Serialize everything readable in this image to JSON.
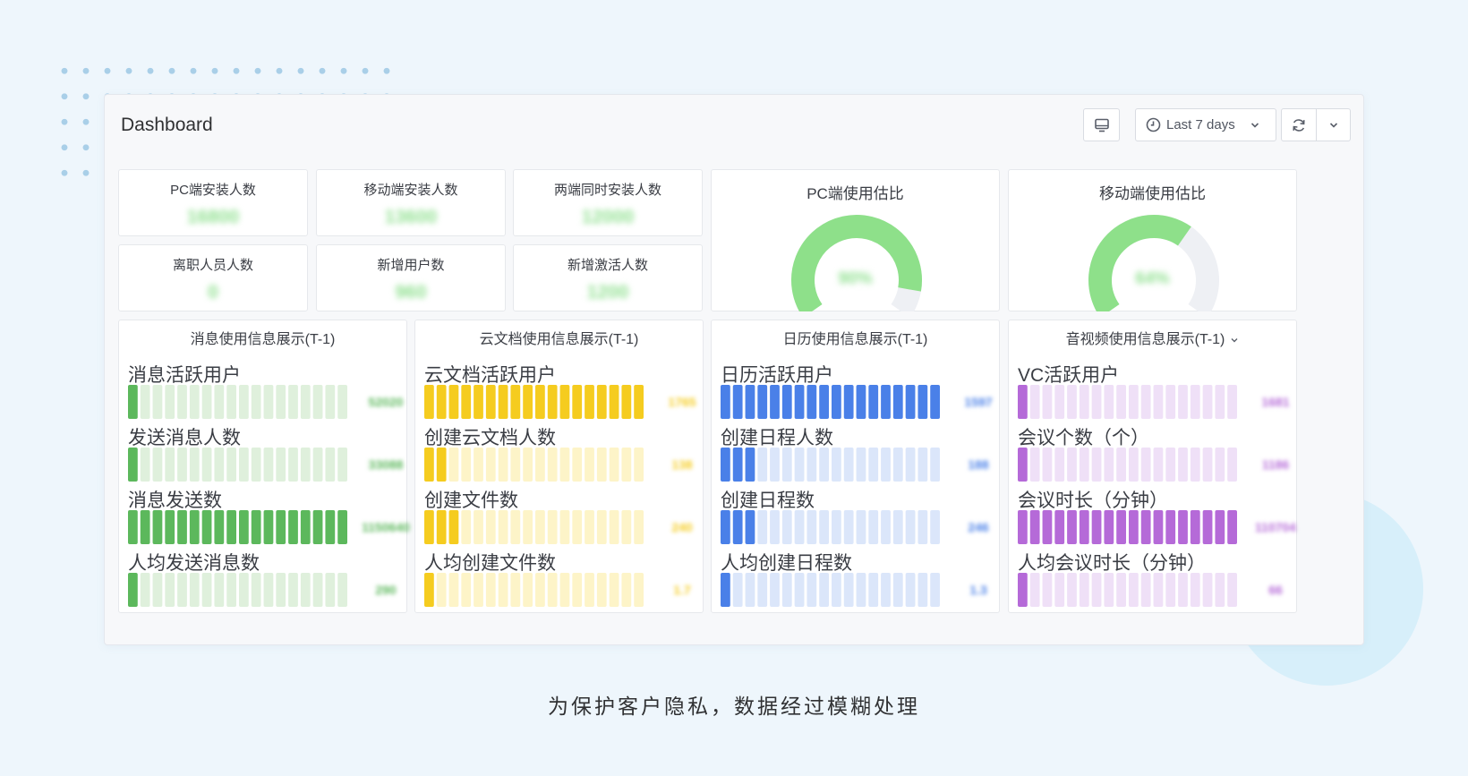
{
  "dashboard": {
    "title": "Dashboard",
    "time_range": "Last 7 days"
  },
  "stats": [
    {
      "title": "PC端安装人数",
      "value": "16800"
    },
    {
      "title": "移动端安装人数",
      "value": "13600"
    },
    {
      "title": "两端同时安装人数",
      "value": "12000"
    },
    {
      "title": "离职人员人数",
      "value": "0"
    },
    {
      "title": "新增用户数",
      "value": "960"
    },
    {
      "title": "新增激活人数",
      "value": "1200"
    }
  ],
  "gauges": [
    {
      "title": "PC端使用估比",
      "value": "90%",
      "fraction": 0.9
    },
    {
      "title": "移动端使用估比",
      "value": "64%",
      "fraction": 0.64
    }
  ],
  "colors": {
    "gauge_fill": "#8ee08a",
    "gauge_track": "#eef0f4",
    "green": "#5cb85c",
    "yellow": "#f5cc1f",
    "blue": "#4a80e8",
    "purple": "#b56ad8"
  },
  "panels": [
    {
      "title": "消息使用信息展示(T-1)",
      "color": "#5cb85c",
      "light": "#dff0dc",
      "metrics": [
        {
          "label": "消息活跃用户",
          "value": "52020",
          "level": 0.05
        },
        {
          "label": "发送消息人数",
          "value": "33088",
          "level": 0.05
        },
        {
          "label": "消息发送数",
          "value": "1150640",
          "level": 1.0
        },
        {
          "label": "人均发送消息数",
          "value": "290",
          "level": 0.05
        }
      ]
    },
    {
      "title": "云文档使用信息展示(T-1)",
      "color": "#f5cc1f",
      "light": "#fdf4c8",
      "metrics": [
        {
          "label": "云文档活跃用户",
          "value": "1765",
          "level": 1.0
        },
        {
          "label": "创建云文档人数",
          "value": "138",
          "level": 0.1
        },
        {
          "label": "创建文件数",
          "value": "240",
          "level": 0.15
        },
        {
          "label": "人均创建文件数",
          "value": "1.7",
          "level": 0.05
        }
      ]
    },
    {
      "title": "日历使用信息展示(T-1)",
      "color": "#4a80e8",
      "light": "#dbe6fa",
      "metrics": [
        {
          "label": "日历活跃用户",
          "value": "1597",
          "level": 1.0
        },
        {
          "label": "创建日程人数",
          "value": "188",
          "level": 0.15
        },
        {
          "label": "创建日程数",
          "value": "246",
          "level": 0.15
        },
        {
          "label": "人均创建日程数",
          "value": "1.3",
          "level": 0.05
        }
      ]
    },
    {
      "title": "音视频使用信息展示(T-1)",
      "color": "#b56ad8",
      "light": "#efe0f7",
      "metrics": [
        {
          "label": "VC活跃用户",
          "value": "1681",
          "level": 0.05
        },
        {
          "label": "会议个数（个）",
          "value": "1186",
          "level": 0.05
        },
        {
          "label": "会议时长（分钟）",
          "value": "110704",
          "level": 1.0
        },
        {
          "label": "人均会议时长（分钟）",
          "value": "66",
          "level": 0.05
        }
      ]
    }
  ],
  "caption": "为保护客户隐私，数据经过模糊处理"
}
